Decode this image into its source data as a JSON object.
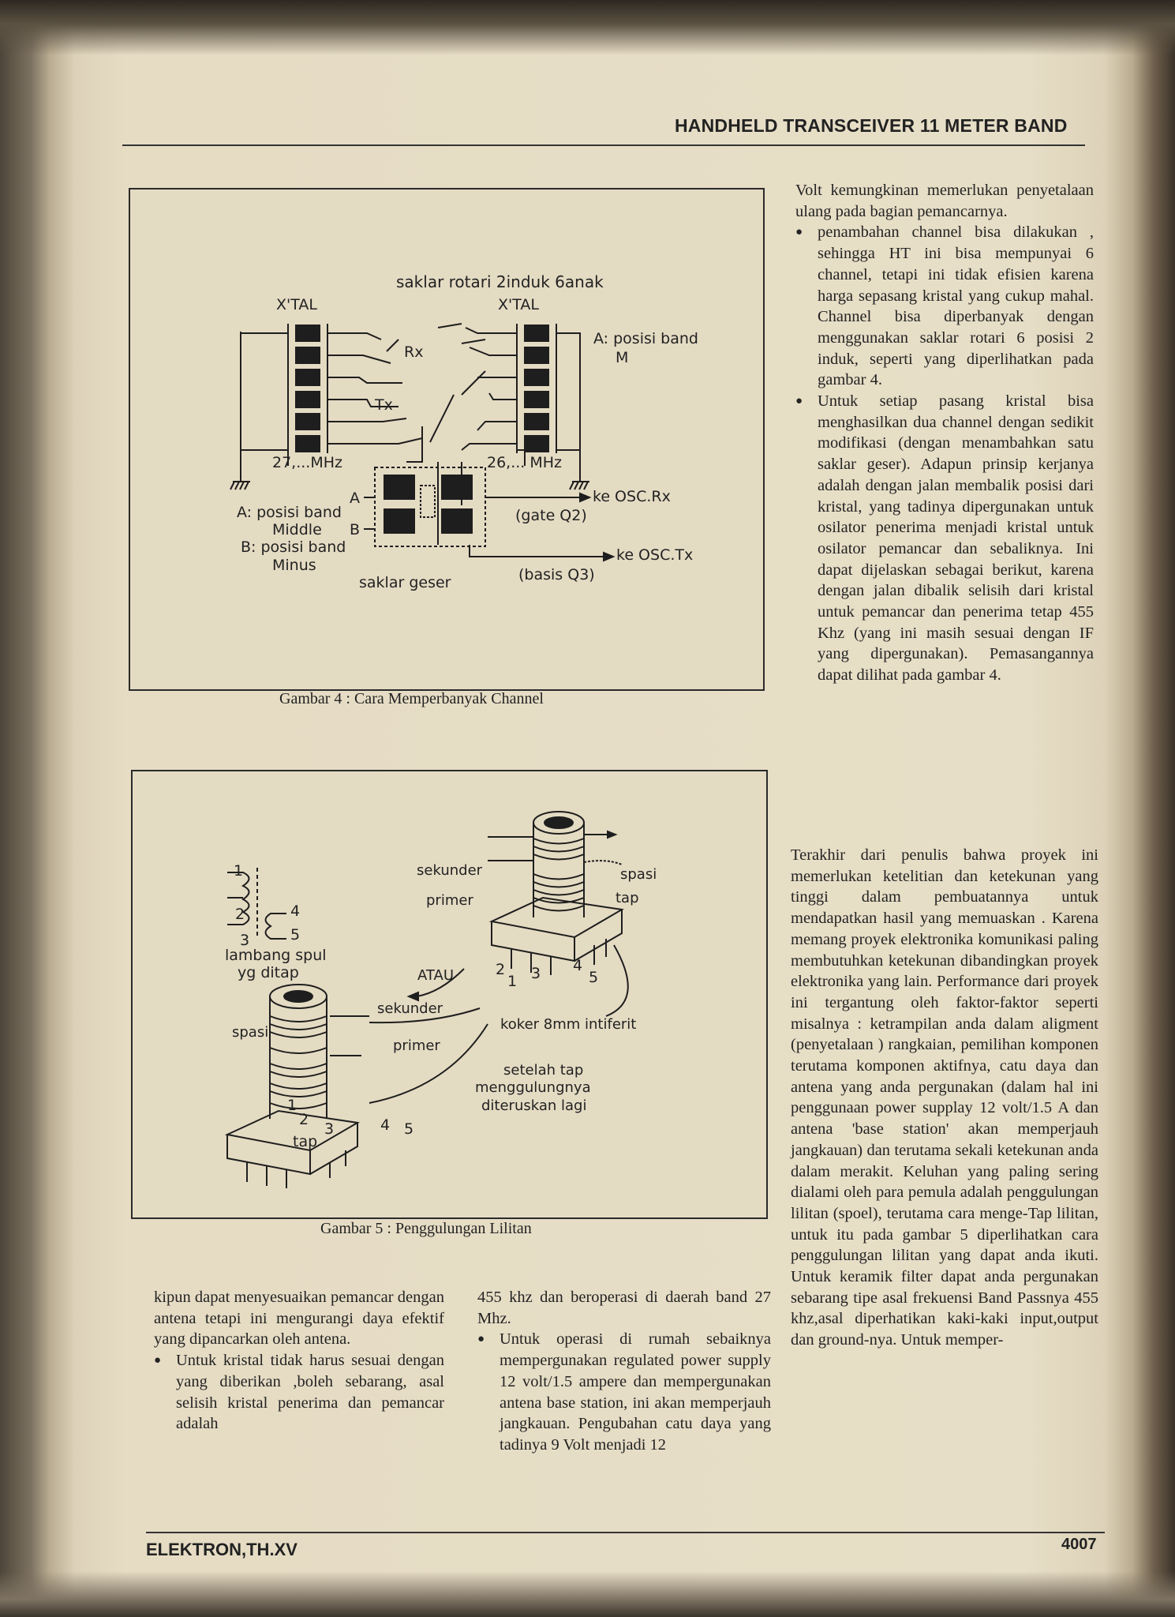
{
  "header": {
    "title": "HANDHELD TRANSCEIVER 11 METER BAND"
  },
  "footer": {
    "left": "ELEKTRON,TH.XV",
    "right": "4007"
  },
  "figure4": {
    "caption": "Gambar 4 : Cara Memperbanyak Channel",
    "labels": {
      "saklar_rotari": "saklar rotari 2induk 6anak",
      "xtal_left": "X'TAL",
      "xtal_right": "X'TAL",
      "rx": "Rx",
      "tx": "Tx",
      "band_m": "A: posisi band",
      "band_m2": "M",
      "mhz27": "27,...MHz",
      "mhz26": "26,... MHz",
      "pos_a": "A",
      "pos_b": "B",
      "band_ab1": "A: posisi band",
      "band_ab2": "Middle",
      "band_ab3": "B: posisi band",
      "band_ab4": "Minus",
      "osc_rx": "ke OSC.Rx",
      "gate": "(gate Q2)",
      "osc_tx": "ke OSC.Tx",
      "basis": "(basis Q3)",
      "saklar_geser": "saklar geser"
    }
  },
  "figure5": {
    "caption": "Gambar 5 : Penggulungan Lilitan",
    "labels": {
      "n1": "1",
      "n2": "2",
      "n3": "3",
      "n4": "4",
      "n5": "5",
      "lambang1": "lambang spul",
      "lambang2": "yg ditap",
      "sekunder": "sekunder",
      "primer": "primer",
      "spasi": "spasi",
      "tap": "tap",
      "atau": "ATAU",
      "sekunder2": "sekunder",
      "spasi2": "spasi",
      "primer2": "primer",
      "koker": "koker 8mm intiferit",
      "setelah1": "setelah tap",
      "setelah2": "menggulungnya",
      "setelah3": "diteruskan lagi",
      "b1": "1",
      "b2": "2",
      "b3": "3",
      "b4": "4",
      "b5": "5",
      "c1": "1",
      "c2": "2",
      "c3": "3",
      "c4": "4",
      "c5": "5",
      "tap2": "tap"
    }
  },
  "right_column": {
    "cont": "Volt kemungkinan memerlukan penyetalaan ulang pada bagian pemancarnya.",
    "bullet1": "penambahan channel bisa dilakukan , sehingga HT ini bisa mempunyai 6 channel, tetapi ini tidak efisien karena harga sepasang kristal yang cukup mahal. Channel bisa diperbanyak dengan menggunakan saklar rotari 6 posisi 2 induk, seperti yang diperlihatkan pada gambar 4.",
    "bullet2": "Untuk setiap pasang kristal bisa menghasilkan dua channel dengan sedikit modifikasi (dengan menambahkan satu saklar geser). Adapun prinsip kerjanya adalah dengan jalan membalik posisi dari kristal, yang tadinya dipergunakan untuk osilator penerima menjadi kristal untuk osilator pemancar dan sebaliknya. Ini dapat dijelaskan sebagai berikut, karena dengan jalan dibalik selisih dari kristal untuk pemancar dan penerima tetap 455 Khz (yang ini masih sesuai dengan IF yang dipergunakan). Pemasangannya dapat dilihat pada gambar 4.",
    "paragraph": "Terakhir dari penulis bahwa proyek ini memerlukan ketelitian dan ketekunan yang tinggi dalam pembuatannya untuk mendapatkan hasil yang memuaskan . Karena memang proyek elektronika komunikasi paling membutuhkan ketekunan dibandingkan proyek elektronika yang lain. Performance dari proyek ini tergantung oleh faktor-faktor seperti misalnya : ketrampilan anda dalam aligment (penyetalaan ) rangkaian, pemilihan komponen terutama komponen aktifnya, catu daya dan antena yang anda pergunakan (dalam hal ini penggunaan power supplay 12 volt/1.5 A dan antena 'base station' akan memperjauh jangkauan) dan terutama sekali ketekunan anda dalam merakit. Keluhan yang paling sering dialami oleh para pemula adalah penggulungan lilitan (spoel), terutama cara menge-Tap lilitan, untuk itu pada gambar 5 diperlihatkan cara penggulungan lilitan yang dapat anda ikuti. Untuk keramik filter dapat anda pergunakan sebarang tipe asal frekuensi Band Passnya 455 khz,asal diperhatikan kaki-kaki input,output dan ground-nya. Untuk memper-"
  },
  "bottom_left": {
    "cont": "kipun dapat menyesuaikan pemancar dengan antena tetapi ini mengurangi daya efektif yang dipancarkan oleh antena.",
    "bullet": "Untuk kristal tidak harus sesuai dengan yang diberikan ,boleh sebarang, asal selisih kristal penerima dan pemancar adalah"
  },
  "bottom_mid": {
    "cont": "455 khz dan beroperasi di daerah band 27 Mhz.",
    "bullet": "Untuk operasi di rumah sebaiknya mempergunakan regulated power supply 12 volt/1.5 ampere dan mempergunakan antena base station, ini akan memperjauh jangkauan. Pengubahan catu daya yang tadinya 9 Volt menjadi 12"
  }
}
